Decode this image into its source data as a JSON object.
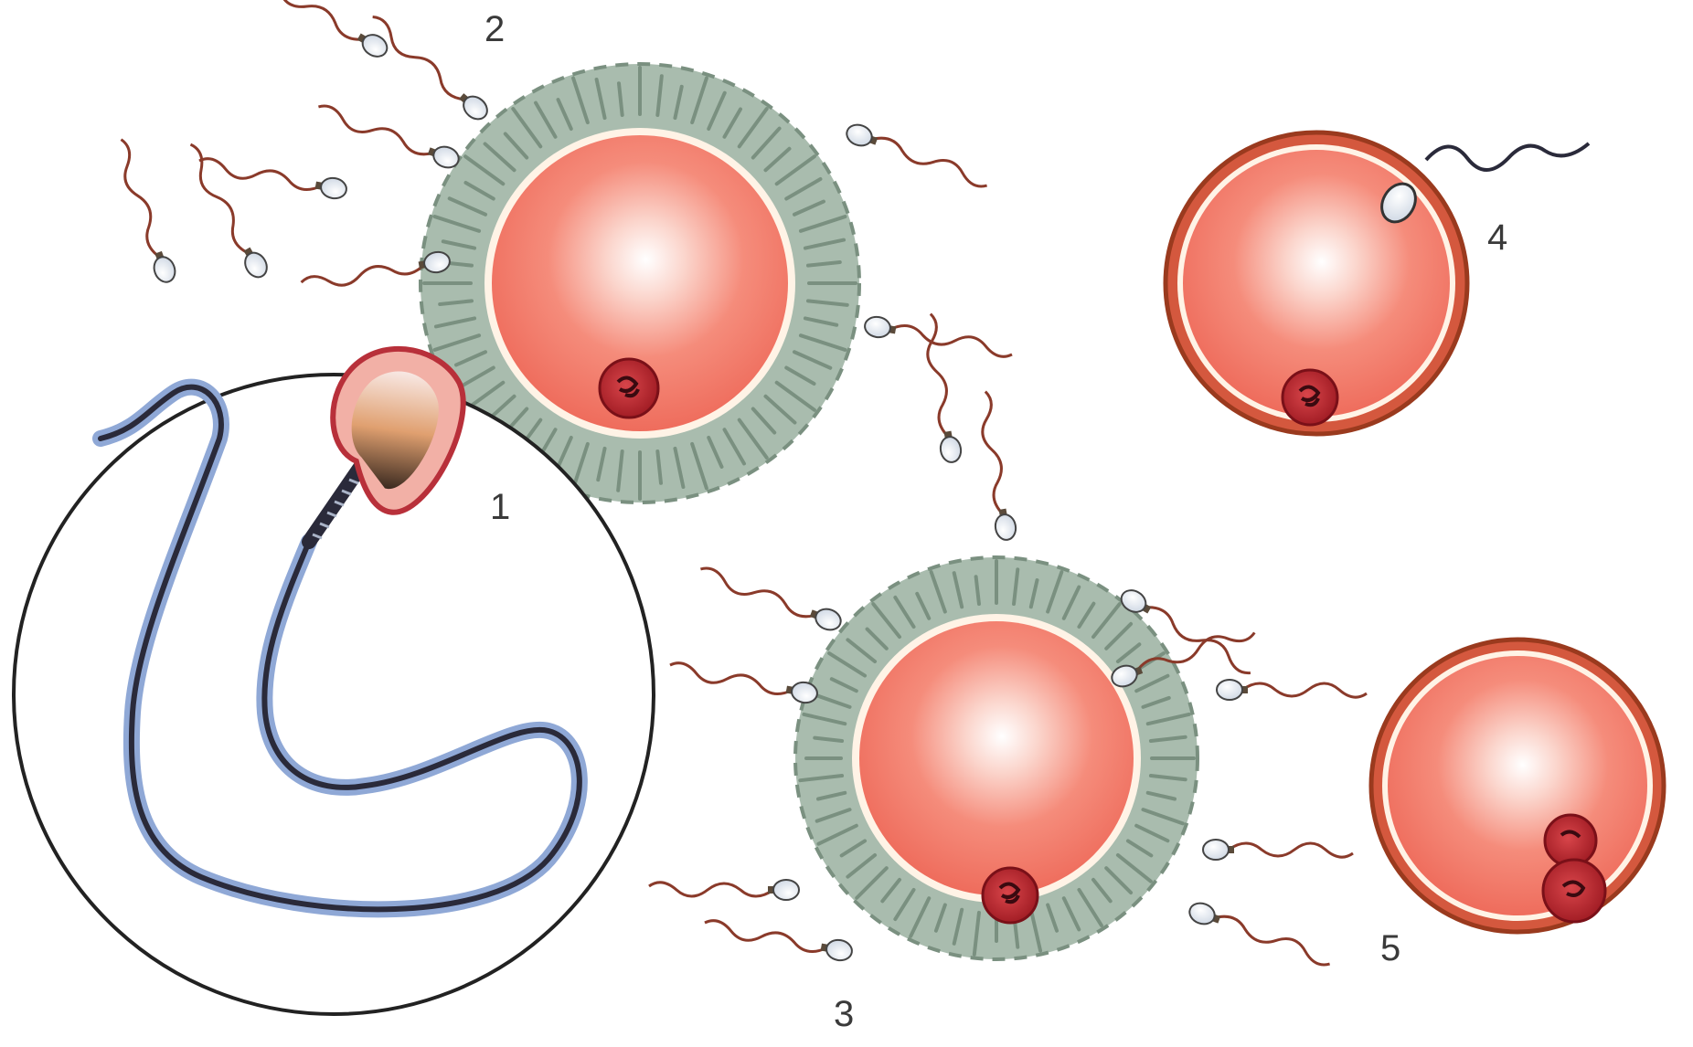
{
  "labels": {
    "sperm_detail": "1",
    "egg_with_corona": "2",
    "sperm_penetrating_corona": "3",
    "sperm_entering_egg": "4",
    "fused_nuclei": "5"
  },
  "colors": {
    "egg_fill": "#f47a6a",
    "egg_highlight": "#ffffff",
    "membrane": "#fff3e6",
    "corona": "#a9bcae",
    "corona_edge": "#7a9080",
    "nucleus": "#b8202a",
    "zona_edge": "#9a3a1e",
    "tail": "#2a2a3a",
    "sperm_head": "#f2f4f8"
  }
}
